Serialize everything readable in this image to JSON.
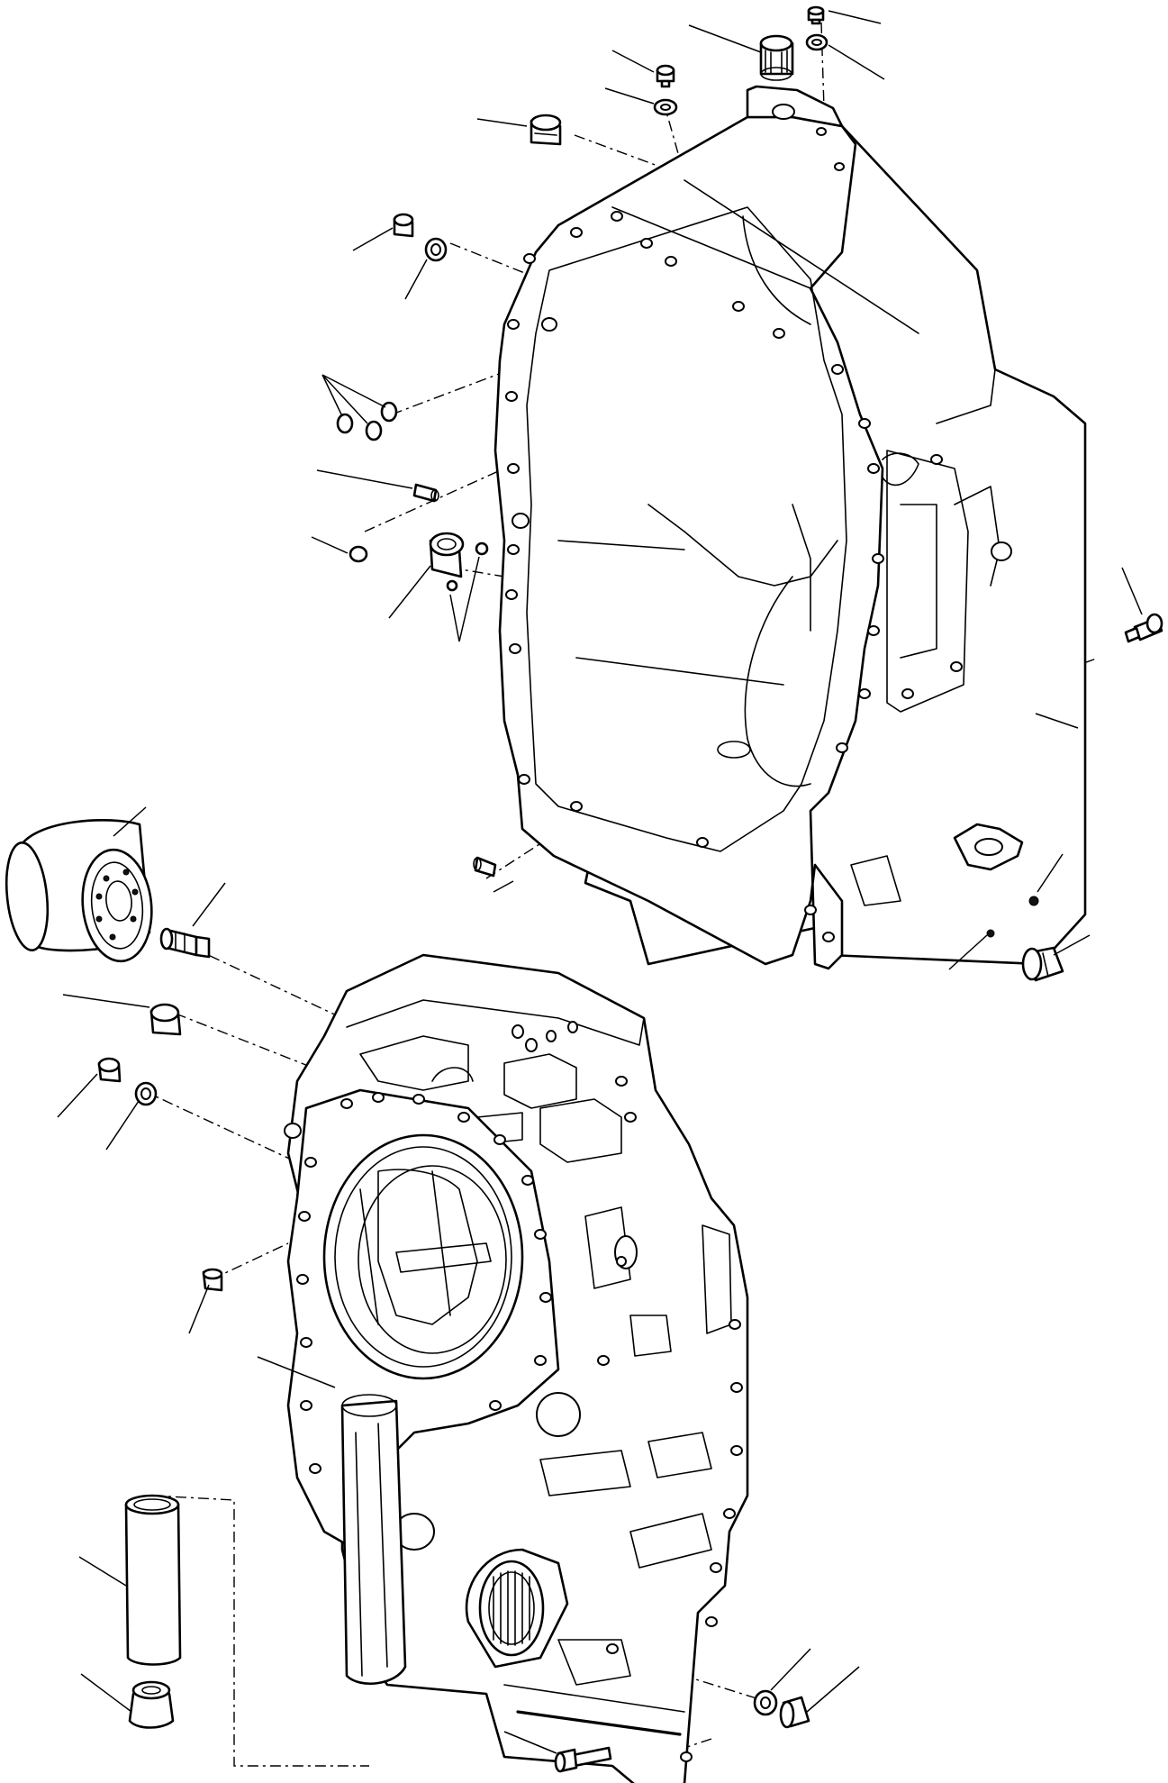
{
  "figure": {
    "kind": "exploded-parts-diagram",
    "assemblies": [
      "upper-transmission-housing",
      "lower-front-housing",
      "oil-filter"
    ],
    "line_color": "#000000",
    "background_color": "#ffffff",
    "callout_labels": []
  }
}
